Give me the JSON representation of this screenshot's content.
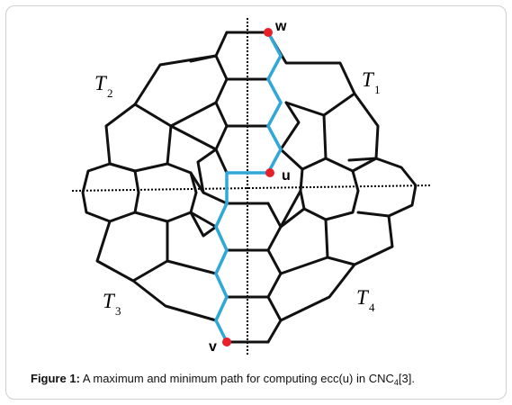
{
  "figure": {
    "caption": {
      "label": "Figure 1:",
      "text_before": "A maximum and minimum path for computing ecc(u) in CNC",
      "subscript": "4",
      "text_after": "[3]."
    },
    "regions": [
      {
        "letter": "T",
        "index": "1"
      },
      {
        "letter": "T",
        "index": "2"
      },
      {
        "letter": "T",
        "index": "3"
      },
      {
        "letter": "T",
        "index": "4"
      }
    ],
    "vertices": [
      {
        "name": "w"
      },
      {
        "name": "u"
      },
      {
        "name": "v"
      }
    ],
    "colors": {
      "edge": "#111111",
      "path": "#2fa8d8",
      "vertex": "#e8202a",
      "axis": "#000000"
    }
  }
}
